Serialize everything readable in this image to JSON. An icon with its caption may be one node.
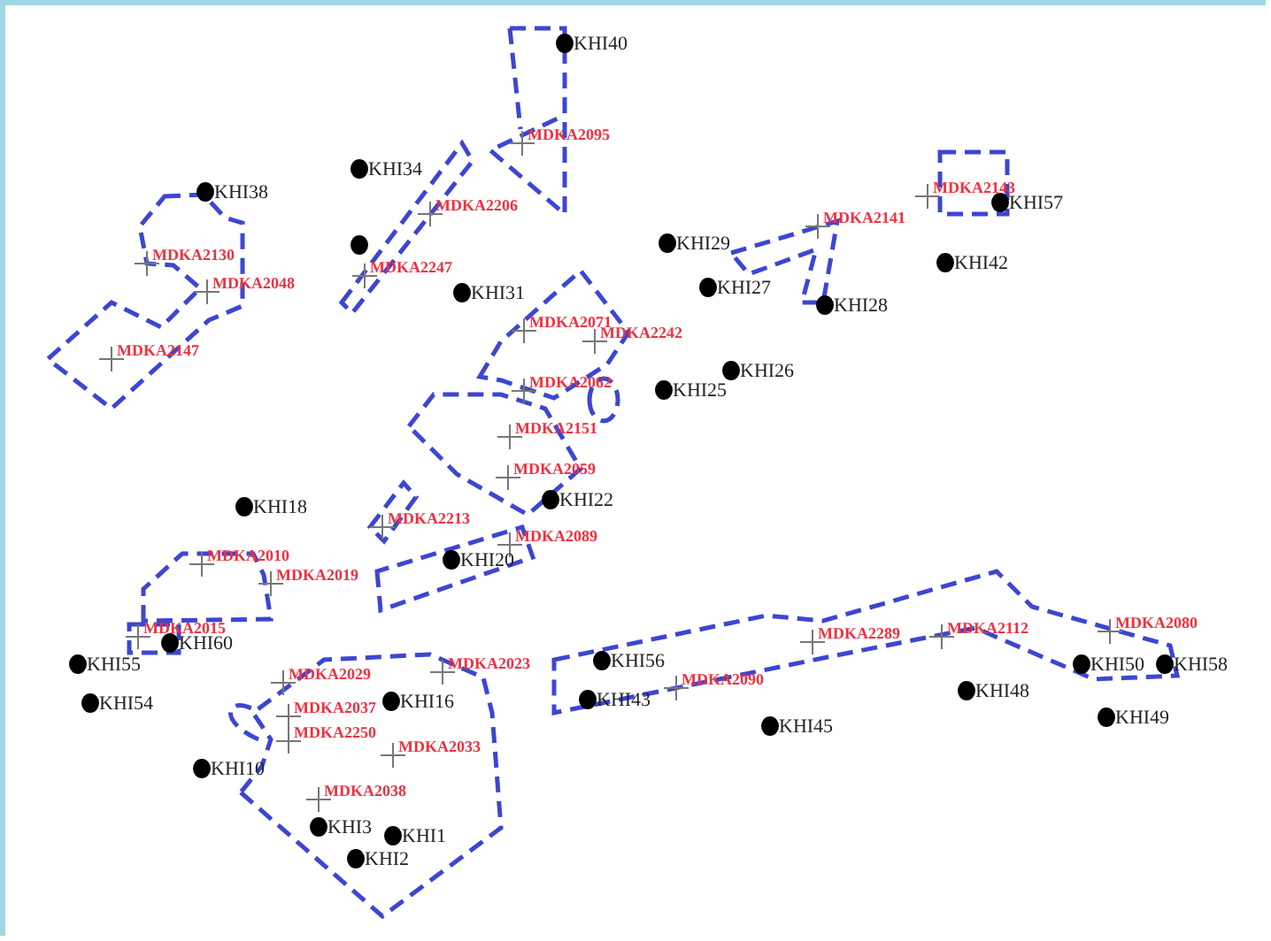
{
  "diagram": {
    "labels": [
      "KHI40",
      "MDKA2095",
      "KHI34",
      "MDKA2143",
      "KHI38",
      "KHI57",
      "MDKA2206",
      "MDKA2141",
      "KHI29",
      "MDKA2130",
      "KHI42",
      "MDKA2247",
      "MDKA2048",
      "KHI27",
      "KHI31",
      "KHI28",
      "MDKA2071",
      "MDKA2242",
      "MDKA2147",
      "KHI26",
      "MDKA2062",
      "KHI25",
      "MDKA2151",
      "MDKA2059",
      "KHI22",
      "KHI18",
      "MDKA2213",
      "MDKA2089",
      "MDKA2010",
      "KHI20",
      "MDKA2019",
      "MDKA2080",
      "MDKA2112",
      "MDKA2289",
      "MDKA2015",
      "KHI60",
      "KHI56",
      "KHI50",
      "KHI58",
      "KHI55",
      "MDKA2023",
      "MDKA2029",
      "MDKA2090",
      "KHI48",
      "KHI43",
      "KHI16",
      "KHI54",
      "MDKA2037",
      "KHI49",
      "KHI45",
      "MDKA2250",
      "MDKA2033",
      "KHI10",
      "MDKA2038",
      "KHI3",
      "KHI1",
      "KHI2"
    ]
  }
}
